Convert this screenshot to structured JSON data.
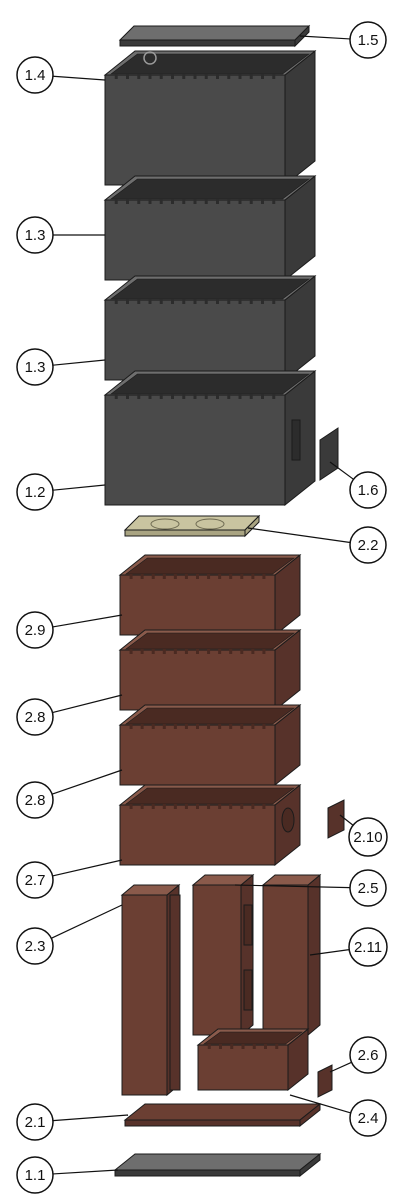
{
  "colors": {
    "steel_front": "#4a4a4a",
    "steel_top": "#6e6e6e",
    "steel_side": "#3a3a3a",
    "steel_inner": "#2c2c2c",
    "brick_front": "#6b3f33",
    "brick_top": "#8a5a4b",
    "brick_side": "#57322a",
    "brick_inner": "#4a2a22",
    "plate_light": "#c9c4a0",
    "edge": "#1b1b1b",
    "leader": "#111111",
    "label_stroke": "#111111",
    "label_fill": "#ffffff"
  },
  "labels": [
    {
      "id": "1.5",
      "text": "1.5"
    },
    {
      "id": "1.4",
      "text": "1.4"
    },
    {
      "id": "1.3a",
      "text": "1.3"
    },
    {
      "id": "1.3b",
      "text": "1.3"
    },
    {
      "id": "1.2",
      "text": "1.2"
    },
    {
      "id": "1.6",
      "text": "1.6"
    },
    {
      "id": "2.2",
      "text": "2.2"
    },
    {
      "id": "2.9",
      "text": "2.9"
    },
    {
      "id": "2.8a",
      "text": "2.8"
    },
    {
      "id": "2.8b",
      "text": "2.8"
    },
    {
      "id": "2.7",
      "text": "2.7"
    },
    {
      "id": "2.10",
      "text": "2.10"
    },
    {
      "id": "2.5",
      "text": "2.5"
    },
    {
      "id": "2.3",
      "text": "2.3"
    },
    {
      "id": "2.11",
      "text": "2.11"
    },
    {
      "id": "2.6",
      "text": "2.6"
    },
    {
      "id": "2.1",
      "text": "2.1"
    },
    {
      "id": "2.4",
      "text": "2.4"
    },
    {
      "id": "1.1",
      "text": "1.1"
    }
  ]
}
